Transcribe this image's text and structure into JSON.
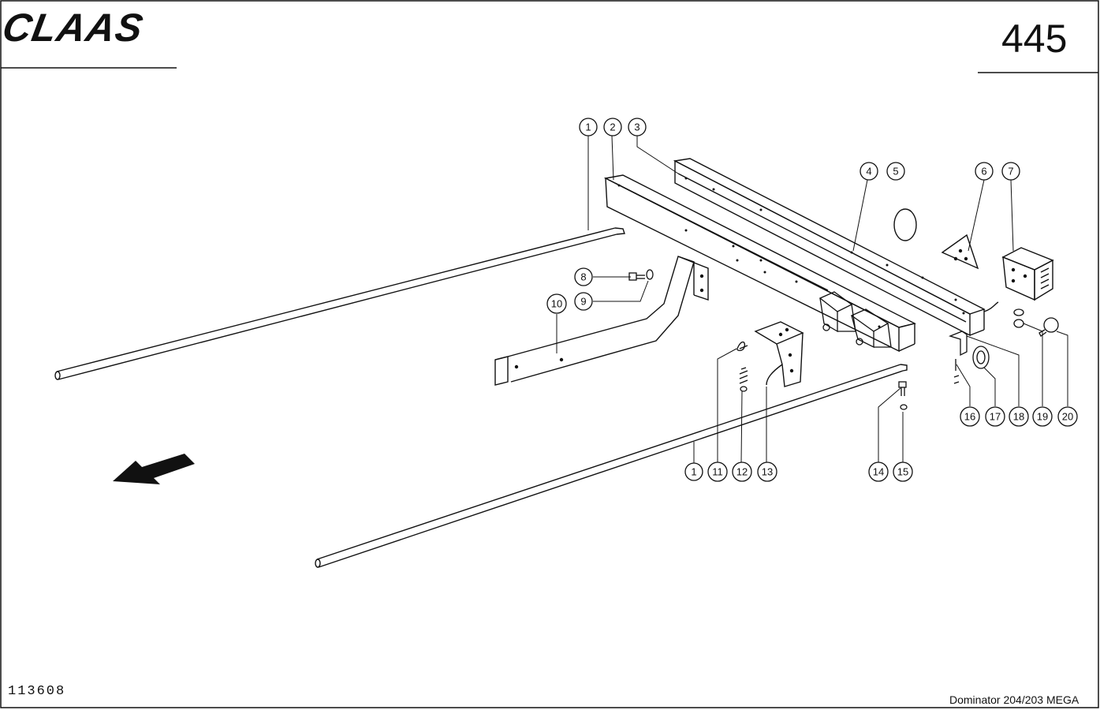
{
  "header": {
    "brand": "CLAAS",
    "page_number": "445"
  },
  "footer": {
    "drawing_number": "113608",
    "model": "Dominator 204/203 MEGA"
  },
  "callouts": [
    {
      "id": "c1a",
      "label": "1"
    },
    {
      "id": "c2",
      "label": "2"
    },
    {
      "id": "c3",
      "label": "3"
    },
    {
      "id": "c4",
      "label": "4"
    },
    {
      "id": "c5",
      "label": "5"
    },
    {
      "id": "c6",
      "label": "6"
    },
    {
      "id": "c7",
      "label": "7"
    },
    {
      "id": "c8",
      "label": "8"
    },
    {
      "id": "c9",
      "label": "9"
    },
    {
      "id": "c10",
      "label": "10"
    },
    {
      "id": "c1b",
      "label": "1"
    },
    {
      "id": "c11",
      "label": "11"
    },
    {
      "id": "c12",
      "label": "12"
    },
    {
      "id": "c13",
      "label": "13"
    },
    {
      "id": "c14",
      "label": "14"
    },
    {
      "id": "c15",
      "label": "15"
    },
    {
      "id": "c16",
      "label": "16"
    },
    {
      "id": "c17",
      "label": "17"
    },
    {
      "id": "c18",
      "label": "18"
    },
    {
      "id": "c19",
      "label": "19"
    },
    {
      "id": "c20",
      "label": "20"
    }
  ]
}
